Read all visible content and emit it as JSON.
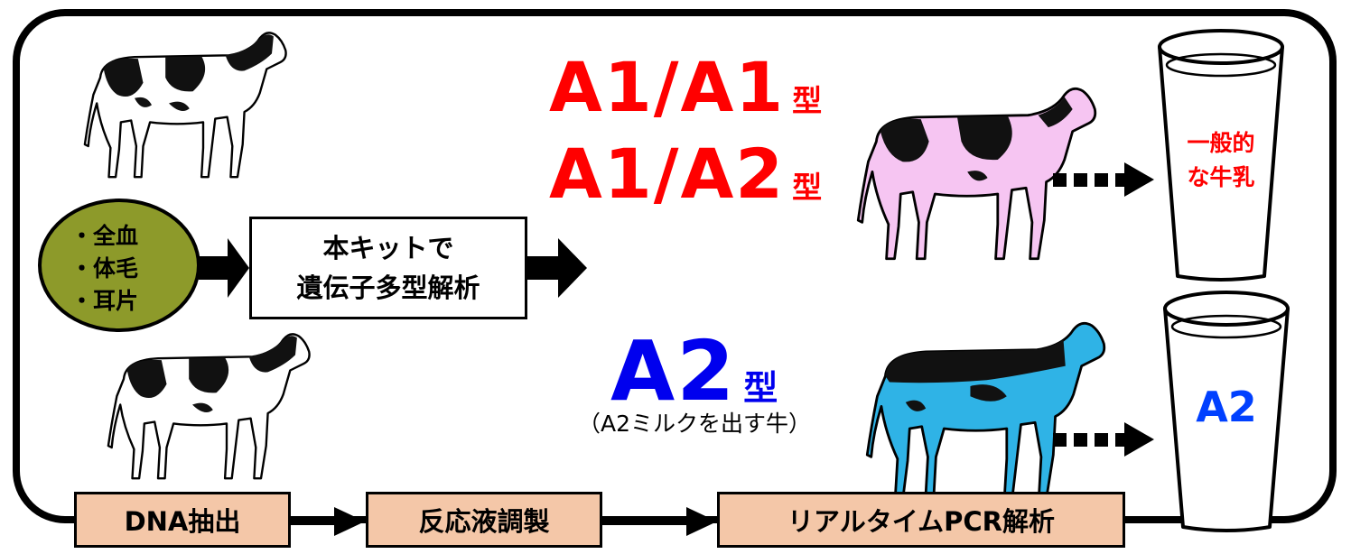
{
  "samples": [
    "・全血",
    "・体毛",
    "・耳片"
  ],
  "kit": {
    "line1": "本キットで",
    "line2": "遺伝子多型解析"
  },
  "genotypes": {
    "a1a1": {
      "label": "A1/A1",
      "suffix": "型"
    },
    "a1a2": {
      "label": "A1/A2",
      "suffix": "型"
    },
    "a2": {
      "label": "A2",
      "suffix": "型",
      "note": "（A2ミルクを出す牛）"
    }
  },
  "milk": {
    "regular_line1": "一般的",
    "regular_line2": "な牛乳",
    "a2_label": "A2"
  },
  "steps": [
    "DNA抽出",
    "反応液調製",
    "リアルタイムPCR解析"
  ],
  "colors": {
    "genotype_a1": "#ff0000",
    "genotype_a2": "#0000ee",
    "cow_pink": "#f6c5f2",
    "cow_blue": "#2fb3e6",
    "sample_circle": "#8d9a2a",
    "step_box": "#f4c7a8"
  },
  "icons": [
    "cow-icon",
    "pink-cow-icon",
    "blue-cow-icon",
    "milk-glass-icon",
    "arrow-icon",
    "dotted-arrow-icon"
  ]
}
